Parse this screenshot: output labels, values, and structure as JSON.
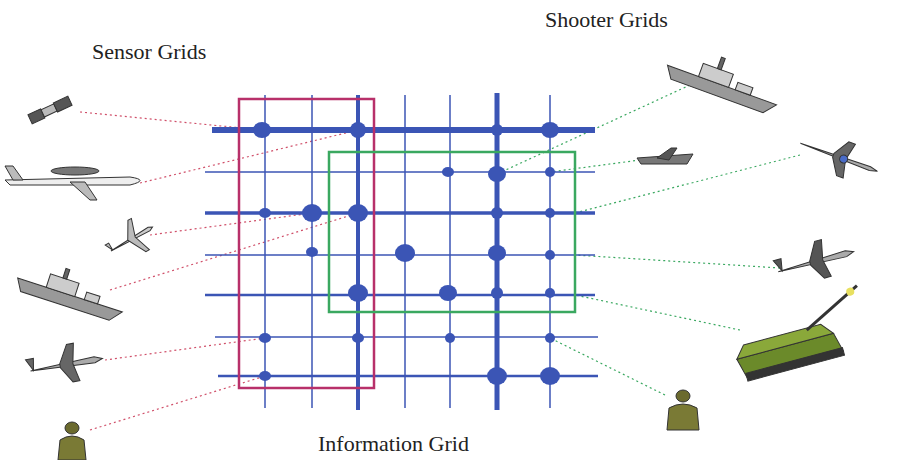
{
  "diagram": {
    "labels": [
      "Sensor Grids",
      "Shooter Grids",
      "Information Grid"
    ]
  }
}
